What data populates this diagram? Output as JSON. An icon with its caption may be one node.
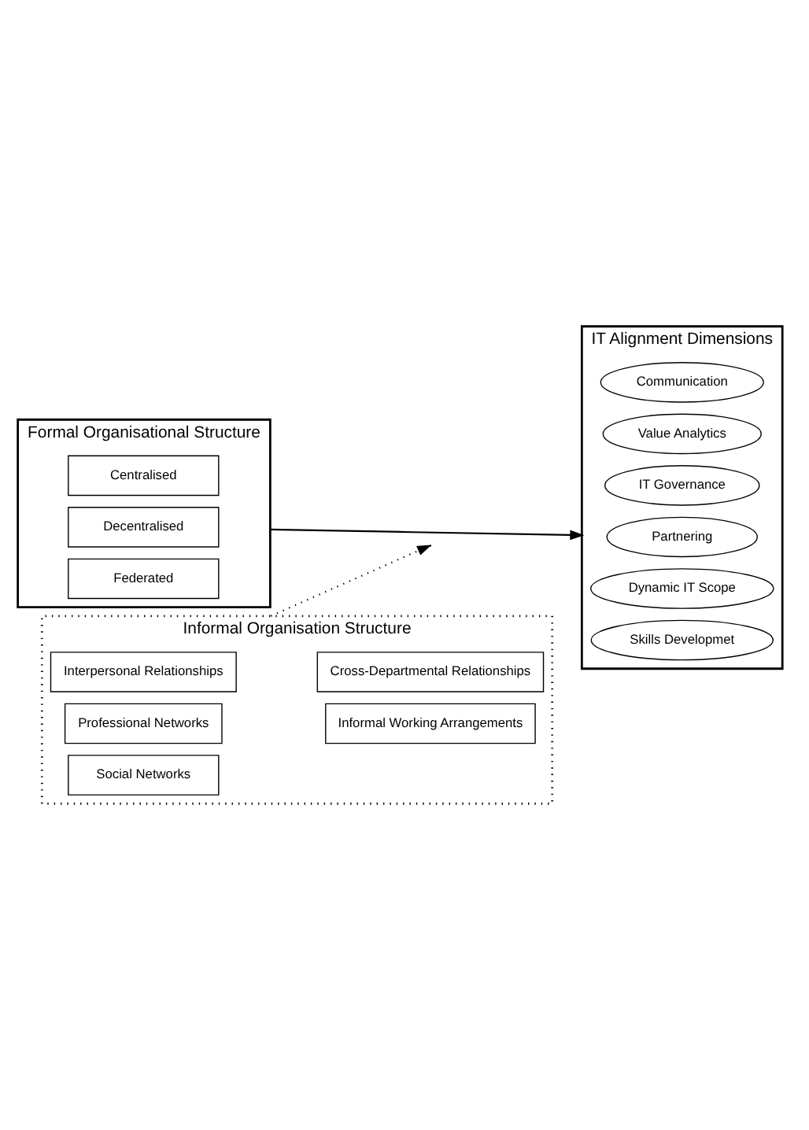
{
  "diagram": {
    "nodes": [
      {
        "text": [
          "Formal Organisational Structure"
        ]
      },
      {
        "text": [
          "Centralised"
        ],
        "in": 0
      },
      {
        "text": [
          "Decentralised"
        ],
        "in": 0
      },
      {
        "text": [
          "Federated"
        ],
        "in": 0
      },
      {
        "text": [
          "IT Alignment Dimensions"
        ]
      },
      {
        "text": [
          "Communication"
        ],
        "in": 4
      },
      {
        "text": [
          "Value Analytics"
        ],
        "in": 4
      },
      {
        "text": [
          "IT Governance"
        ],
        "in": 4
      },
      {
        "text": [
          "Partnering"
        ],
        "in": 4
      },
      {
        "text": [
          "Dynamic IT Scope"
        ],
        "in": 4
      },
      {
        "text": [
          "Skills Developmet"
        ],
        "in": 4
      },
      {
        "text": [
          "Informal Organisation Structure"
        ]
      },
      {
        "text": [
          "Interpersonal Relationships"
        ],
        "in": 11
      },
      {
        "text": [
          "Cross-Departmental Relationships"
        ],
        "in": 11
      },
      {
        "text": [
          "Professional Networks"
        ],
        "in": 11
      },
      {
        "text": [
          "Informal Working Arrangements"
        ],
        "in": 11
      },
      {
        "text": [
          "Social Networks"
        ],
        "in": 11
      }
    ],
    "edges": [
      {
        "from": 0,
        "to": 4,
        "arrow": "to"
      },
      {
        "from": 11,
        "to": null,
        "arrow": "to",
        "style": "dashed"
      }
    ]
  }
}
